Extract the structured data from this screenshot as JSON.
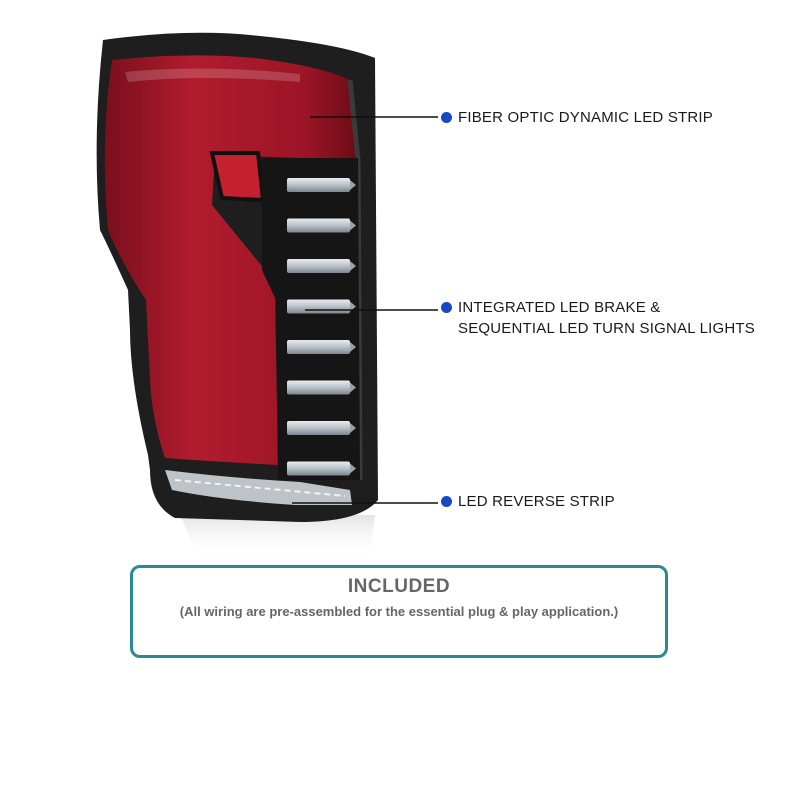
{
  "callouts": [
    {
      "label": "FIBER OPTIC DYNAMIC LED STRIP"
    },
    {
      "line1": "INTEGRATED LED BRAKE &",
      "line2": "SEQUENTIAL LED TURN SIGNAL LIGHTS"
    },
    {
      "label": "LED REVERSE STRIP"
    }
  ],
  "included": {
    "title": "INCLUDED",
    "subtitle": "(All wiring are pre-assembled for the essential plug & play application.)"
  },
  "colors": {
    "accent_dot": "#1747c4",
    "box_border": "#2a8b8e",
    "lens_red": "#a8172a",
    "housing": "#1e1e1e"
  },
  "led_bar_count": 8,
  "icons": [
    "callout-dot-icon"
  ]
}
